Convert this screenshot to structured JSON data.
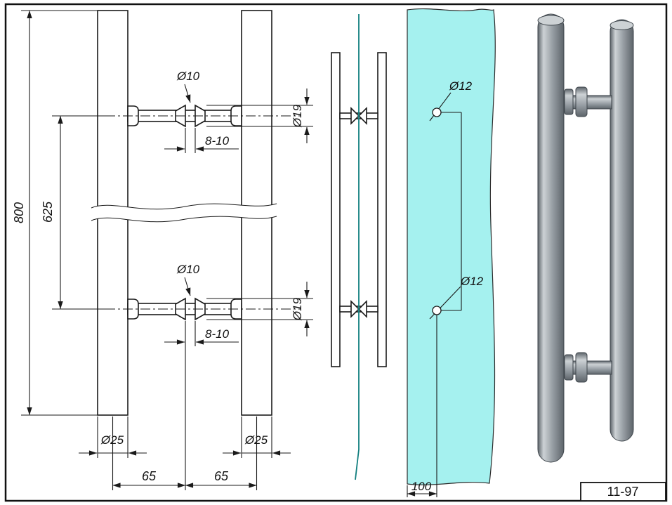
{
  "drawing": {
    "title_block": {
      "code": "11-97"
    },
    "colors": {
      "line": "#1a1a1a",
      "glass_fill": "#a5f1ef",
      "glass_edge": "#127f7f",
      "metal_dark": "#5d646a",
      "metal_mid": "#99a0a6",
      "metal_light": "#cdd2d5"
    },
    "front_view": {
      "height_total": "800",
      "pin_spacing": "625",
      "pin_dia_top": "Ø10",
      "pin_dia_bottom": "Ø10",
      "flange_dia_top": "Ø19",
      "flange_dia_bottom": "Ø19",
      "glass_gap_top": "8-10",
      "glass_gap_bottom": "8-10",
      "tube_dia_left": "Ø25",
      "tube_dia_right": "Ø25",
      "offset_left": "65",
      "offset_right": "65"
    },
    "glass_view": {
      "hole_dia_top": "Ø12",
      "hole_dia_bottom": "Ø12",
      "edge_offset": "100"
    }
  }
}
